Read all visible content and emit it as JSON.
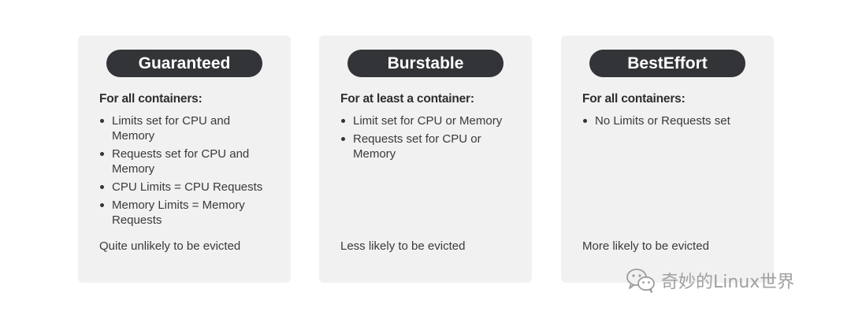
{
  "cards": [
    {
      "title": "Guaranteed",
      "subhead": "For all containers:",
      "bullets": [
        "Limits set for CPU and Memory",
        "Requests set for CPU and Memory",
        "CPU Limits = CPU Requests",
        "Memory Limits = Memory Requests"
      ],
      "footer": "Quite unlikely to be evicted"
    },
    {
      "title": "Burstable",
      "subhead": "For at least a container:",
      "bullets": [
        "Limit set for CPU or Memory",
        "Requests set for CPU or Memory"
      ],
      "footer": "Less likely to be evicted"
    },
    {
      "title": "BestEffort",
      "subhead": "For all containers:",
      "bullets": [
        "No Limits or Requests set"
      ],
      "footer": "More likely to be evicted"
    }
  ],
  "watermark": {
    "icon": "wechat-icon",
    "text": "奇妙的Linux世界"
  },
  "colors": {
    "card_bg": "#f1f1f1",
    "pill_bg": "#333438",
    "pill_text": "#ffffff",
    "body_text": "#333333",
    "watermark": "#a0a0a0"
  }
}
